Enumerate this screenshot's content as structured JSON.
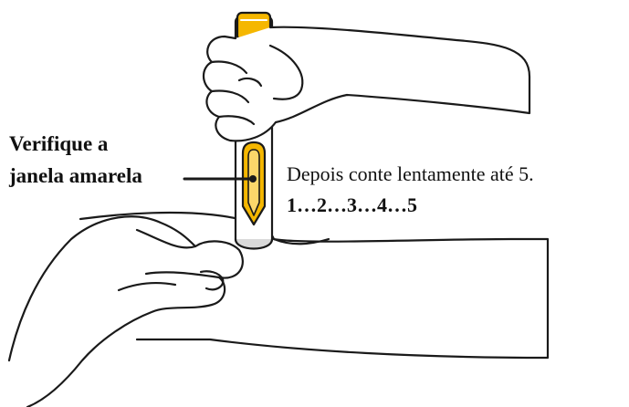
{
  "callout": {
    "line1": "Verifique a",
    "line2": "janela amarela"
  },
  "instruction": {
    "text": "Depois conte lentamente até 5.",
    "count": "1…2…3…4…5"
  },
  "colors": {
    "line": "#1a1a1a",
    "pen_body": "#ffffff",
    "pen_accent": "#f5b700",
    "pen_accent_light": "#fbd76a",
    "skin": "#ffffff",
    "shade": "#d9d9d9"
  },
  "icons": {
    "main": "autoinjector-pen-on-thigh-illustration"
  }
}
